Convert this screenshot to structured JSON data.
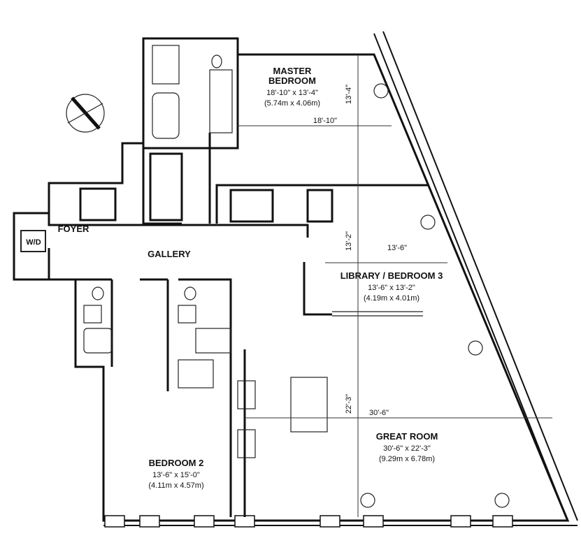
{
  "rooms": {
    "master": {
      "name_1": "MASTER",
      "name_2": "BEDROOM",
      "size_ft": "18'-10\" x 13'-4\"",
      "size_m": "(5.74m x 4.06m)",
      "dim_w": "18'-10\"",
      "dim_h": "13'-4\""
    },
    "library": {
      "name": "LIBRARY / BEDROOM 3",
      "size_ft": "13'-6\" x 13'-2\"",
      "size_m": "(4.19m x 4.01m)",
      "dim_w": "13'-6\"",
      "dim_h": "13'-2\""
    },
    "great": {
      "name": "GREAT ROOM",
      "size_ft": "30'-6\" x 22'-3\"",
      "size_m": "(9.29m x 6.78m)",
      "dim_w": "30'-6\"",
      "dim_h": "22'-3\""
    },
    "bedroom2": {
      "name": "BEDROOM 2",
      "size_ft": "13'-6\" x 15'-0\"",
      "size_m": "(4.11m x 4.57m)"
    },
    "foyer": {
      "name": "FOYER"
    },
    "gallery": {
      "name": "GALLERY"
    },
    "wd": {
      "name": "W/D"
    }
  },
  "icons": {
    "compass": "north-arrow-icon"
  }
}
